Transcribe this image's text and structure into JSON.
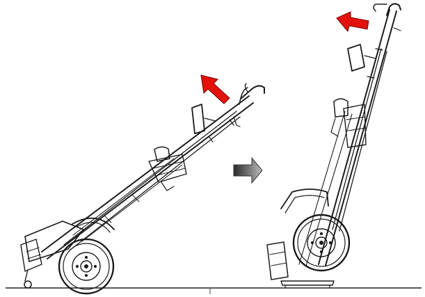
{
  "colors": {
    "line": "#1a1a1a",
    "accent_arrow": "#e3120b",
    "accent_arrow_stroke": "#7a0000",
    "transition_arrow": "#9a9a9a",
    "transition_arrow_dark": "#3c3c3c",
    "background": "#ffffff"
  },
  "icons": {
    "motion_arrow": "red-arrow-icon",
    "transition_arrow": "gray-block-arrow-icon"
  },
  "diagram": {
    "panels": [
      {
        "name": "tilted-trolley",
        "tilt_description": "reclined"
      },
      {
        "name": "upright-trolley",
        "tilt_description": "upright"
      }
    ]
  }
}
